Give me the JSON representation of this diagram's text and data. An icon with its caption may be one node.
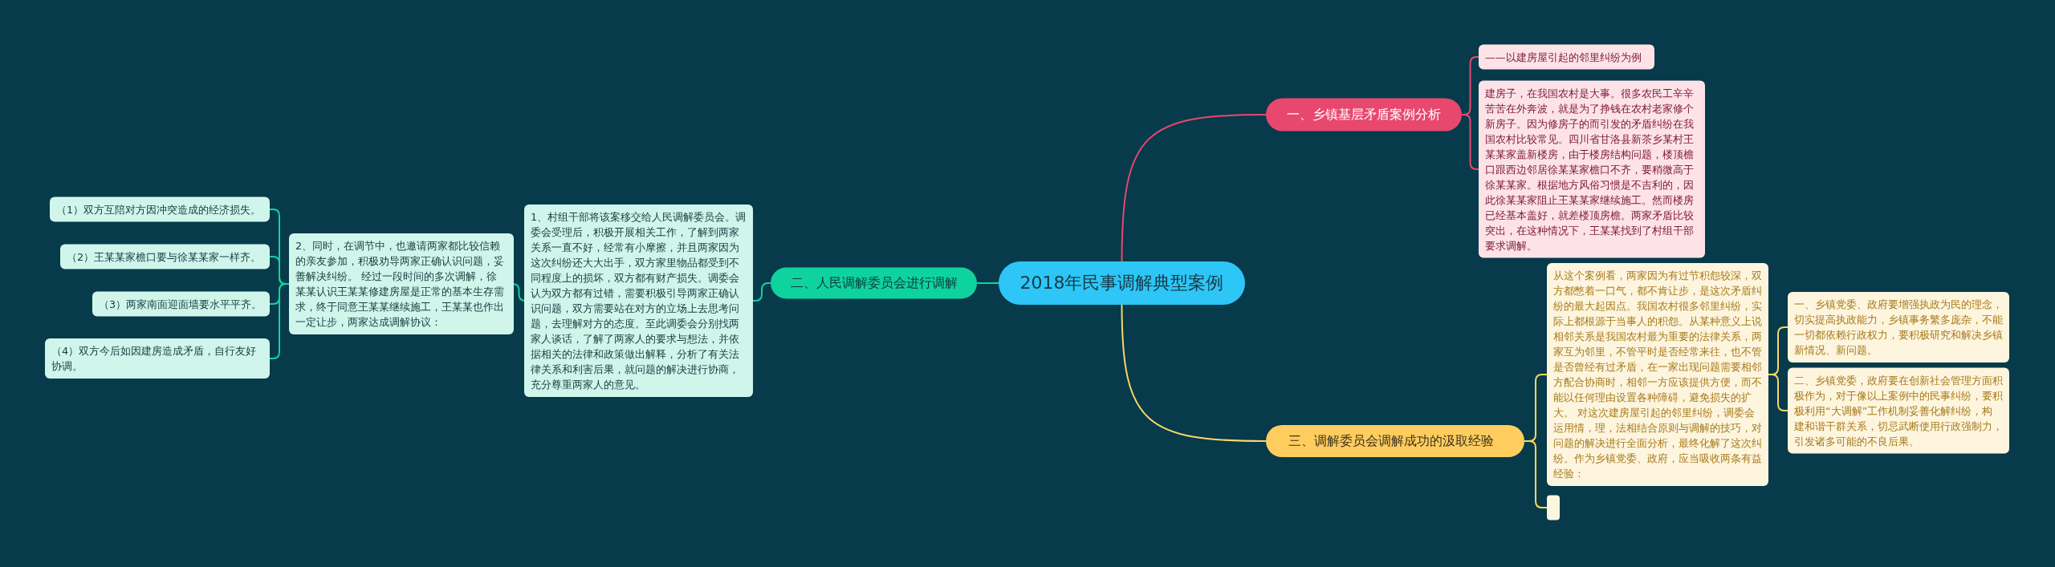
{
  "diagram": {
    "nodes": [
      {
        "text": [
          "2018年民事调解典型案例"
        ]
      },
      {
        "text": [
          "一、乡镇基层矛盾案例分析"
        ]
      },
      {
        "text": [
          "——以建房屋引起的邻里纠纷为例"
        ]
      },
      {
        "text": [
          "建房子，在我国农村是大事。很多农民工辛辛苦苦在外奔波，就是为了挣钱在农村老家修个新房子。因为修房子的而引发的矛盾纠纷在我国农村比较常见。四川省甘洛县新茶乡某村王某某家盖新楼房，由于楼房结构问题，楼顶檐口跟西边邻居徐某某家檐口不齐，要稍微高于徐某某家。根据地方风俗习惯是不吉利的，因此徐某某家阻止王某某家继续施工。然而楼房已经基本盖好，就差楼顶房檐。两家矛盾比较突出，在这种情况下，王某某找到了村组干部要求调解。"
        ]
      },
      {
        "text": [
          "二、人民调解委员会进行调解"
        ]
      },
      {
        "text": [
          "1、村组干部将该案移交给人民调解委员会。调委会受理后，积极开展相关工作，了解到两家关系一直不好，经常有小摩擦，并且两家因为这次纠纷还大大出手，双方家里物品都受到不同程度上的损坏，双方都有财产损失。调委会认为双方都有过错，需要积极引导两家正确认识问题，双方需要站在对方的立场上去思考问题，去理解对方的态度。至此调委会分别找两家人谈话，了解了两家人的要求与想法，并依据相关的法律和政策做出解释，分析了有关法律关系和利害后果，就问题的解决进行协商，充分尊重两家人的意见。"
        ]
      },
      {
        "text": [
          "2、同时，在调节中，也邀请两家都比较信赖的亲友参加，积极劝导两家正确认识问题，妥善解决纠纷。 经过一段时间的多次调解，徐某某认识王某某修建房屋是正常的基本生存需求，终于同意王某某继续施工，王某某也作出一定让步，两家达成调解协议："
        ]
      },
      {
        "text": [
          "（1）双方互陪对方因冲突造成的经济损失。"
        ]
      },
      {
        "text": [
          "（2）王某某家檐口要与徐某某家一样齐。"
        ]
      },
      {
        "text": [
          "（3）两家南面迎面墙要水平平齐。"
        ]
      },
      {
        "text": [
          "（4）双方今后如因建房造成矛盾，自行友好协调。"
        ]
      },
      {
        "text": [
          "三、调解委员会调解成功的汲取经验"
        ]
      },
      {
        "text": [
          "从这个案例看，两家因为有过节积怨较深，双方都憋着一口气，都不肯让步，是这次矛盾纠纷的最大起因点。我国农村很多邻里纠纷，实际上都根源于当事人的积怨。从某种意义上说相邻关系是我国农村最为重要的法律关系，两家互为邻里，不管平时是否经常来往，也不管是否曾经有过矛盾，在一家出现问题需要相邻方配合协商时，相邻一方应该提供方便，而不能以任何理由设置各种障碍，避免损失的扩大。 对这次建房屋引起的邻里纠纷，调委会运用情，理，法相结合原则与调解的技巧，对问题的解决进行全面分析，最终化解了这次纠纷。作为乡镇党委、政府，应当吸收两条有益经验："
        ]
      },
      {
        "text": [
          "一、乡镇党委、政府要增强执政为民的理念，切实提高执政能力，乡镇事务繁多庞杂，不能一切都依赖行政权力，要积极研究和解决乡镇新情况、新问题。"
        ]
      },
      {
        "text": [
          "二、乡镇党委，政府要在创新社会管理方面积极作为，对于像以上案例中的民事纠纷，要积极利用“大调解”工作机制妥善化解纠纷，构建和谐干群关系，切忌武断使用行政强制力，引发诸多可能的不良后果。"
        ]
      },
      {
        "text": [],
        "shape": "box"
      }
    ],
    "edges": [
      {
        "from": 0,
        "to": 1,
        "arrow": "none",
        "color": "#e8486e"
      },
      {
        "from": 1,
        "to": 2,
        "arrow": "none",
        "color": "#e8486e"
      },
      {
        "from": 1,
        "to": 3,
        "arrow": "none",
        "color": "#e8486e"
      },
      {
        "from": 0,
        "to": 4,
        "arrow": "none"
      },
      {
        "from": 4,
        "to": 5,
        "arrow": "none"
      },
      {
        "from": 5,
        "to": 6,
        "arrow": "none"
      },
      {
        "from": 6,
        "to": 7,
        "arrow": "none"
      },
      {
        "from": 6,
        "to": 8,
        "arrow": "none"
      },
      {
        "from": 6,
        "to": 9,
        "arrow": "none"
      },
      {
        "from": 6,
        "to": 10,
        "arrow": "none"
      },
      {
        "from": 0,
        "to": 11,
        "arrow": "none",
        "color": "#f8d867"
      },
      {
        "from": 11,
        "to": 12,
        "arrow": "none",
        "color": "#f8d867"
      },
      {
        "from": 11,
        "to": 15,
        "arrow": "none",
        "color": "#f8d867"
      },
      {
        "from": 12,
        "to": 13,
        "arrow": "none",
        "color": "#f8d867"
      },
      {
        "from": 12,
        "to": 14,
        "arrow": "none",
        "color": "#f8d867"
      }
    ]
  }
}
